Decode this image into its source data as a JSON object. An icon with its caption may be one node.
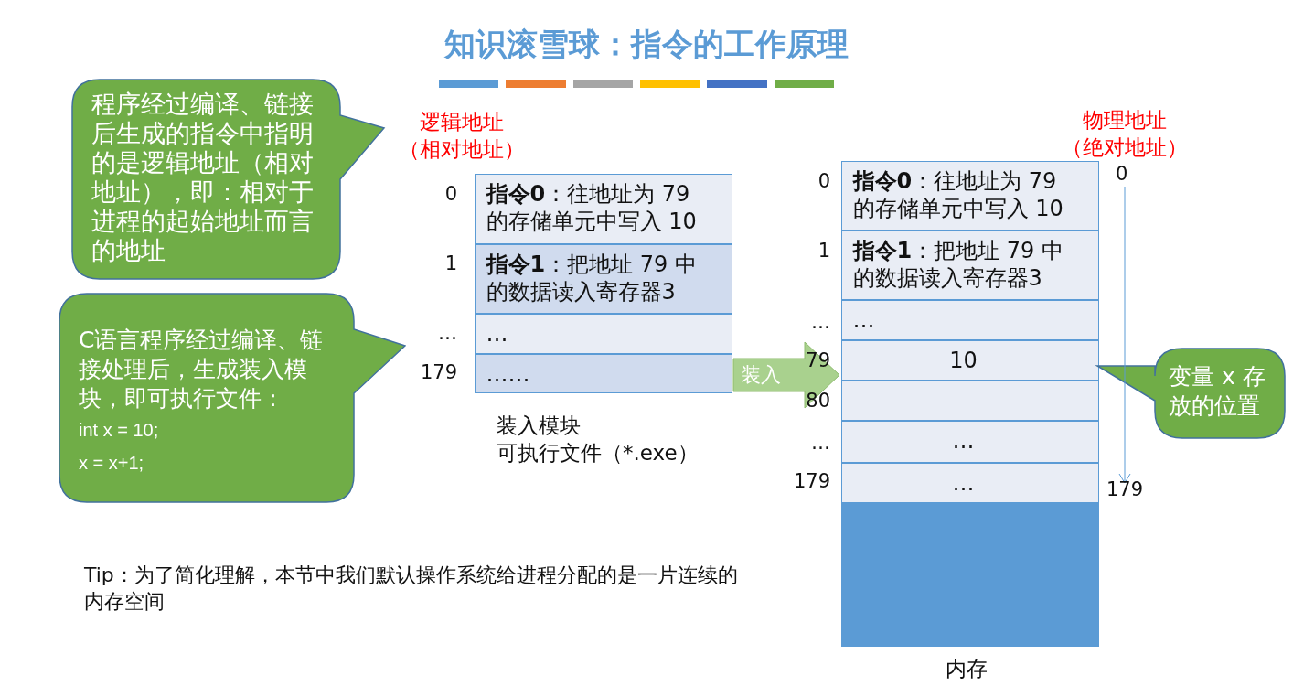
{
  "diagram": {
    "title": "知识滚雪球：指令的工作原理",
    "nodes": [
      {
        "text": [
          "程序经过编译、链接后生成的指令中指明的是逻辑地址（相对地址），即：相对于进程的起始地址而言的地址"
        ]
      },
      {
        "text": [
          "C语言程序经过编译、链接处理后，生成装入模块，即可执行文件：",
          "int x = 10;",
          "x = x+1;"
        ]
      },
      {
        "text": [],
        "shape": "box",
        "beside": [
          "装入模块",
          "可执行文件（*.exe）"
        ]
      },
      {
        "text": [
          "**指令0**：往地址为 79 的存储单元中写入 10"
        ],
        "in": 2
      },
      {
        "text": [
          "**指令1**：把地址 79 中的数据读入寄存器3"
        ],
        "in": 2
      },
      {
        "text": [
          "…"
        ],
        "in": 2
      },
      {
        "text": [
          "……"
        ],
        "in": 2
      },
      {
        "text": [],
        "shape": "box",
        "beside": [
          "内存"
        ]
      },
      {
        "text": [
          "**指令0**：往地址为 79 的存储单元中写入 10"
        ],
        "in": 7
      },
      {
        "text": [
          "**指令1**：把地址 79 中的数据读入寄存器3"
        ],
        "in": 7
      },
      {
        "text": [
          "…"
        ],
        "in": 7
      },
      {
        "text": [
          "10"
        ],
        "in": 7
      },
      {
        "text": [],
        "shape": "box",
        "in": 7
      },
      {
        "text": [
          "…"
        ],
        "in": 7
      },
      {
        "text": [
          "…"
        ],
        "in": 7
      },
      {
        "text": [],
        "shape": "box",
        "in": 7
      },
      {
        "text": [
          "变量 x 存放的位置"
        ]
      }
    ],
    "edges": [
      {
        "from": 2,
        "to": 7,
        "arrow": "to",
        "label": "装入",
        "style": "thick"
      }
    ],
    "labels": [
      "逻辑地址（相对地址）",
      "0",
      "1",
      "…",
      "179",
      "物理地址（绝对地址）",
      "0",
      "1",
      "…",
      "79",
      "80",
      "…",
      "179",
      "0",
      "179",
      "Tip：为了简化理解，本节中我们默认操作系统给进程分配的是一片连续的内存空间"
    ]
  }
}
